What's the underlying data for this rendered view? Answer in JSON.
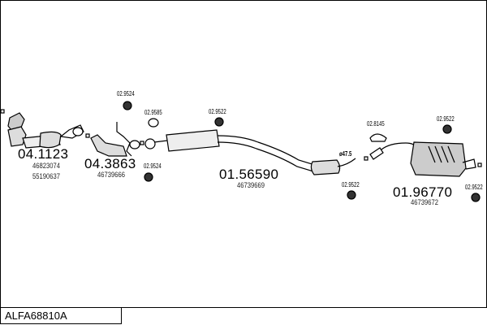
{
  "code": "ALFA68810A",
  "parts": [
    {
      "number": "04.1123",
      "refs": [
        "46823074",
        "55190637"
      ]
    },
    {
      "number": "04.3863",
      "refs": [
        "46739666"
      ]
    },
    {
      "number": "01.56590",
      "refs": [
        "46739669"
      ]
    },
    {
      "number": "01.96770",
      "refs": [
        "46739672"
      ]
    }
  ],
  "accessories": [
    "02.9524",
    "02.9585",
    "02.9522",
    "02.9524",
    "02.9522",
    "02.8145",
    "02.9522",
    "02.9522"
  ],
  "pipe_diameter": "ø47.5"
}
